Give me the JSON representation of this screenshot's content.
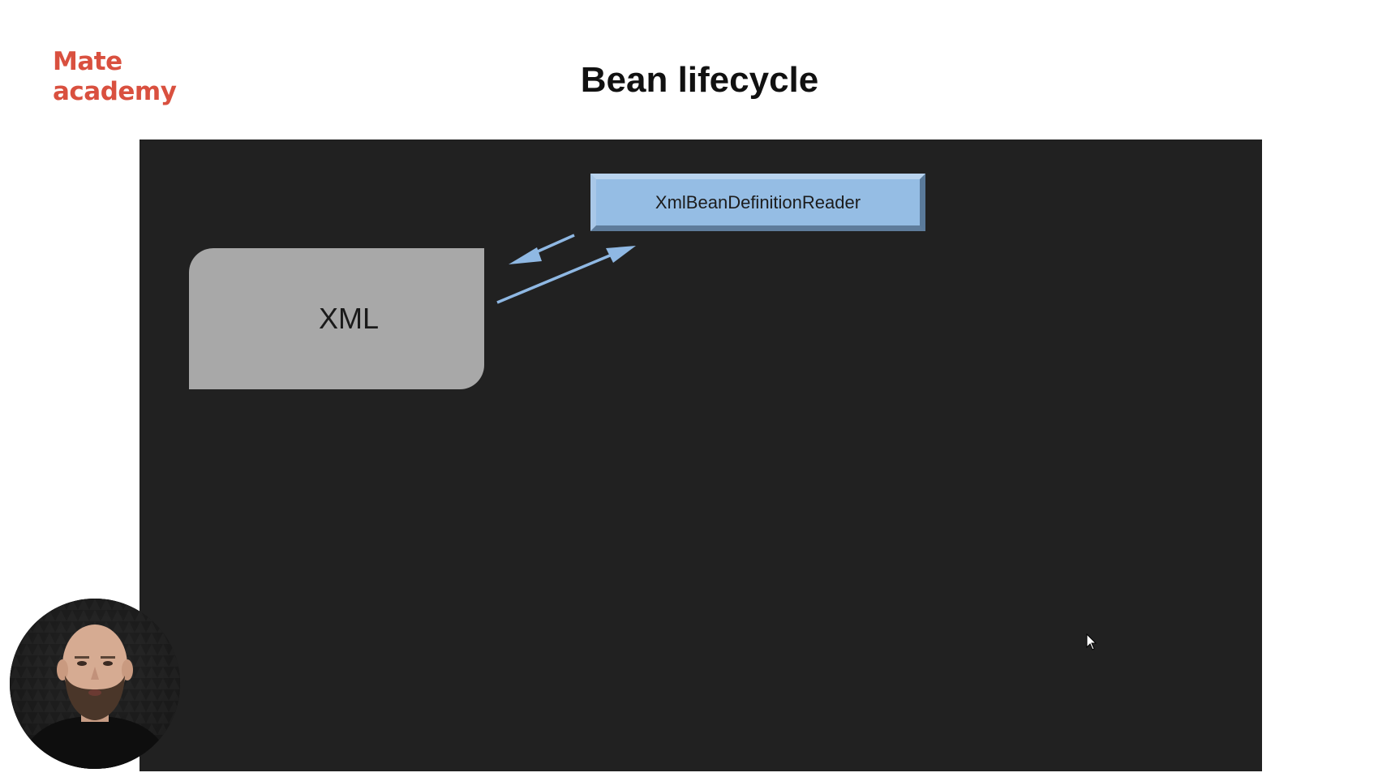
{
  "brand": {
    "logo_line1": "Mate",
    "logo_line2": "academy",
    "color": "#d9503f"
  },
  "slide": {
    "title": "Bean lifecycle"
  },
  "diagram": {
    "reader_label": "XmlBeanDefinitionReader",
    "xml_label": "XML",
    "stage_color": "#212121",
    "reader_color": "#95bde4",
    "xml_color": "#a8a8a8",
    "arrow_color": "#8fb8e3"
  },
  "cursor": {
    "icon": "mouse-pointer-icon"
  },
  "webcam": {
    "icon": "presenter-video"
  }
}
